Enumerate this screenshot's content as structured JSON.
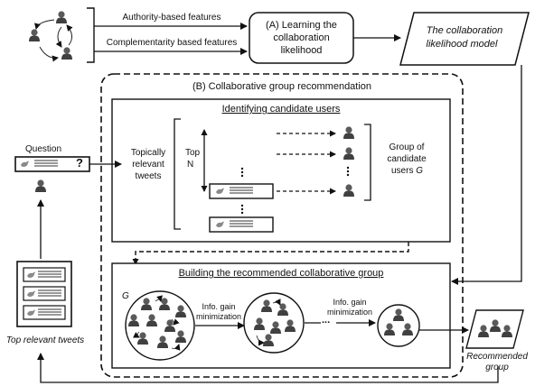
{
  "top_flow": {
    "authority_label": "Authority-based features",
    "complementarity_label": "Complementarity based features",
    "stage_a_line1": "(A) Learning the",
    "stage_a_line2": "collaboration",
    "stage_a_line3": "likelihood",
    "model_line1": "The collaboration",
    "model_line2": "likelihood model"
  },
  "stage_b": {
    "title": "(B) Collaborative group recommendation",
    "identify": {
      "title": "Identifying candidate users",
      "top_n_line1": "Top",
      "top_n_line2": "N",
      "group_line1": "Group of",
      "group_line2": "candidate",
      "group_line3": "users",
      "group_var": "G"
    },
    "build": {
      "title": "Building the recommended collaborative group",
      "g_label": "G",
      "info_gain_1_line1": "Info. gain",
      "info_gain_1_line2": "minimization",
      "info_gain_2_line1": "Info. gain",
      "info_gain_2_line2": "minimization",
      "ellipsis": "..."
    }
  },
  "left_side": {
    "question_label": "Question",
    "question_mark": "?",
    "topical_line1": "Topically",
    "topical_line2": "relevant",
    "topical_line3": "tweets",
    "top_relevant_label": "Top relevant tweets"
  },
  "right_side": {
    "recommended_line1": "Recommended",
    "recommended_line2": "group"
  },
  "icons": {
    "user": "user-icon",
    "tweet": "tweet-card-icon",
    "bird": "twitter-bird-icon"
  },
  "colors": {
    "user_head": "#5a5a5a",
    "user_body": "#404040",
    "bird": "#8a8a8a",
    "line": "#111111"
  }
}
